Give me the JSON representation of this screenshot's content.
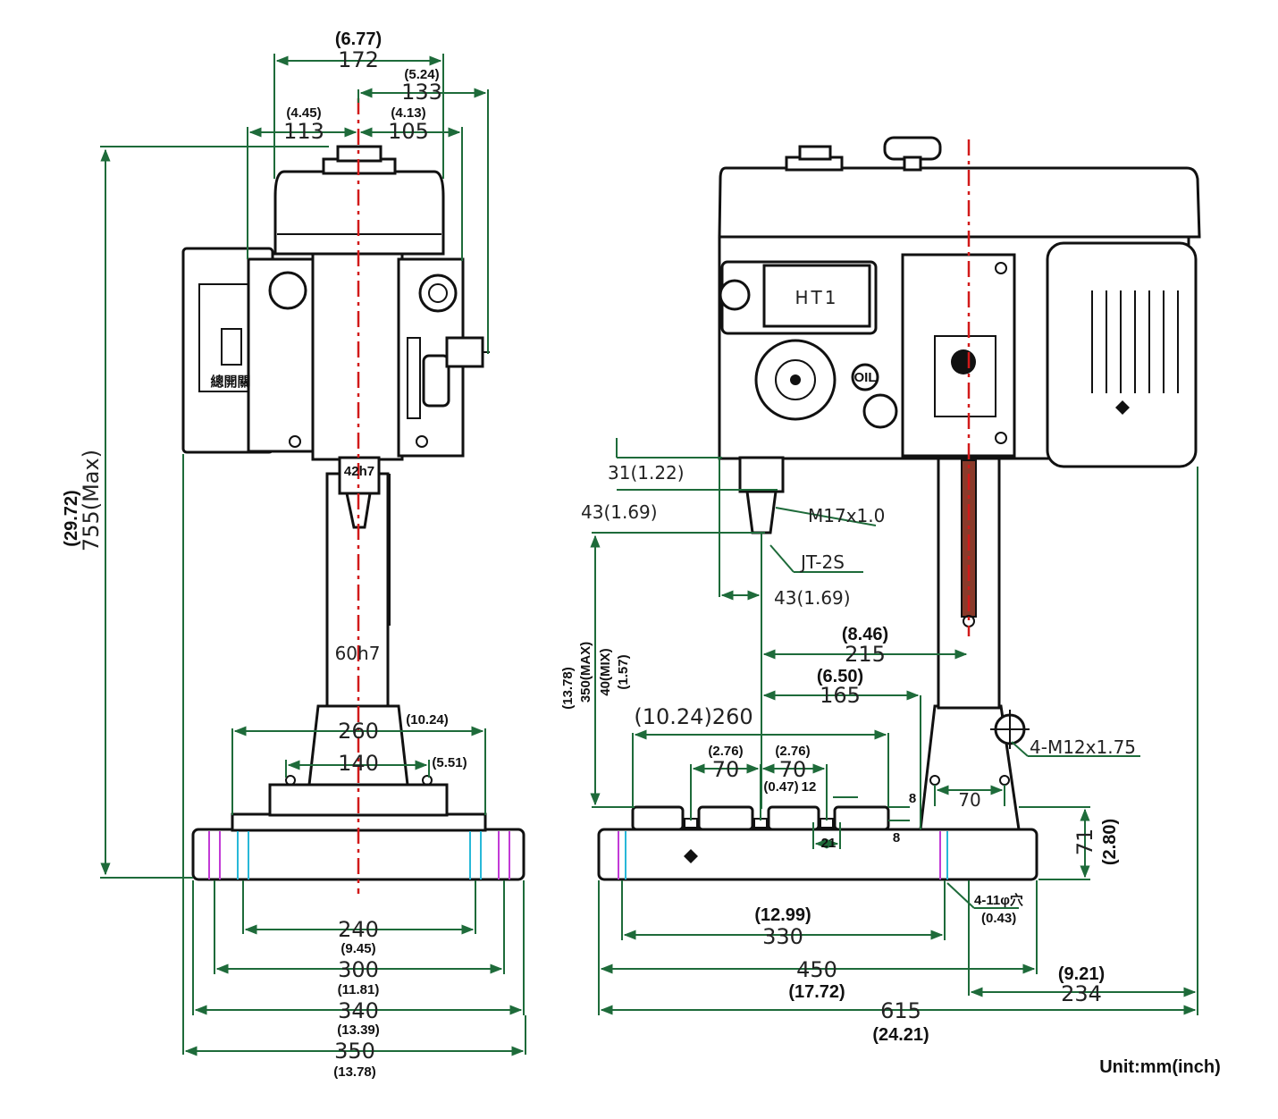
{
  "unit_label": "Unit:mm(inch)",
  "front_view": {
    "dims": {
      "w172": "172",
      "w172_in": "(6.77)",
      "w133": "133",
      "w133_in": "(5.24)",
      "w113": "113",
      "w113_in": "(4.45)",
      "w105": "105",
      "w105_in": "(4.13)",
      "h755": "755(Max)",
      "h755_in": "(29.72)",
      "spindle": "42h7",
      "column": "60h7",
      "w260": "260",
      "w260_in": "(10.24)",
      "w140": "140",
      "w140_in": "(5.51)",
      "w240": "240",
      "w240_in": "(9.45)",
      "w300": "300",
      "w300_in": "(11.81)",
      "w340": "340",
      "w340_in": "(13.39)",
      "w350": "350",
      "w350_in": "(13.78)"
    },
    "switch_label": "總開關"
  },
  "side_view": {
    "panel_label": "HT1",
    "oil_label": "OIL",
    "thread_label": "M17x1.0",
    "taper_label": "JT-2S",
    "slot_bolt_label": "4-M12x1.75",
    "hole_label": "4-11φ穴",
    "dims": {
      "d31": "31(1.22)",
      "d43v": "43(1.69)",
      "d43h": "43(1.69)",
      "w215": "215",
      "w215_in": "(8.46)",
      "w165": "165",
      "w165_in": "(6.50)",
      "w260": "(10.24)260",
      "slot70a": "70",
      "slot70a_in": "(2.76)",
      "slot70b": "70",
      "slot70b_in": "(2.76)",
      "slot12": "12",
      "slot12_in": "(0.47)",
      "slot21": "21",
      "slot8a": "8",
      "slot8b": "8",
      "h350": "350(MAX)",
      "h350_in": "(13.78)",
      "h40": "40(MIX)",
      "h40_in": "(1.57)",
      "w70": "70",
      "h71": "71",
      "h71_in": "(2.80)",
      "hole_in": "(0.43)",
      "w330": "330",
      "w330_in": "(12.99)",
      "w450": "450",
      "w450_in": "(17.72)",
      "w234": "234",
      "w234_in": "(9.21)",
      "w615": "615",
      "w615_in": "(24.21)"
    }
  }
}
